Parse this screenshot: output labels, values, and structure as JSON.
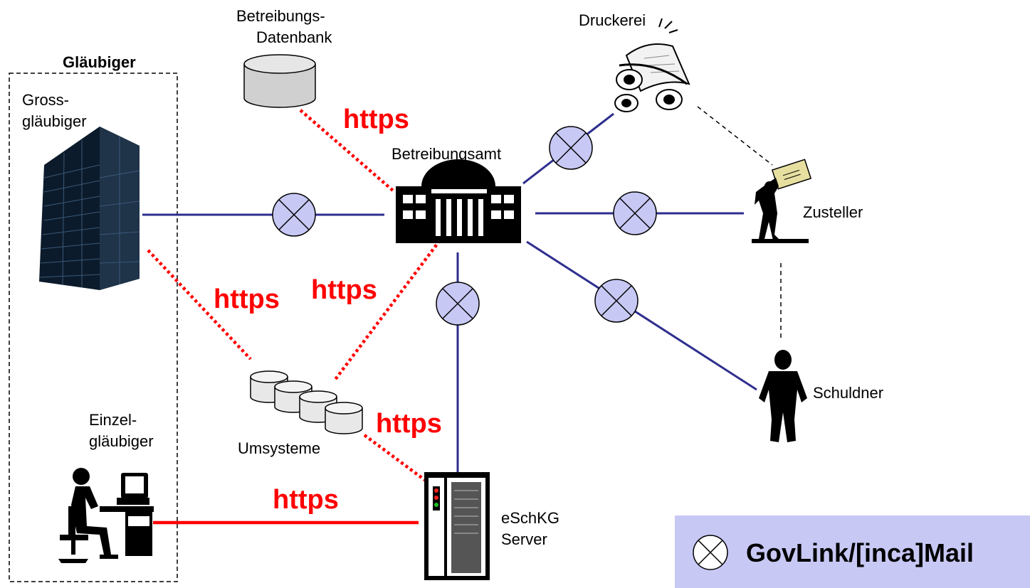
{
  "colors": {
    "network_line": "#2e2e8f",
    "https": "#ff0000",
    "govlink_fill": "#c8c8f5",
    "legend_bg": "#c8c8f5"
  },
  "group": {
    "title": "Gläubiger"
  },
  "nodes": {
    "grossglaeubiger": {
      "line1": "Gross-",
      "line2": "gläubiger",
      "icon": "office-tower-icon"
    },
    "einzelglaeubiger": {
      "line1": "Einzel-",
      "line2": "gläubiger",
      "icon": "person-at-computer-icon"
    },
    "datenbank": {
      "line1": "Betreibungs-",
      "line2": "Datenbank",
      "icon": "database-icon"
    },
    "betreibungsamt": {
      "label": "Betreibungsamt",
      "icon": "government-building-icon"
    },
    "druckerei": {
      "label": "Druckerei",
      "icon": "printing-press-icon"
    },
    "zusteller": {
      "label": "Zusteller",
      "icon": "mail-carrier-icon"
    },
    "schuldner": {
      "label": "Schuldner",
      "icon": "person-silhouette-icon"
    },
    "umsysteme": {
      "label": "Umsysteme",
      "icon": "database-stack-icon"
    },
    "server": {
      "line1": "eSchKG",
      "line2": "Server",
      "icon": "server-rack-icon"
    }
  },
  "connections": {
    "https_label": "https"
  },
  "legend": {
    "label": "GovLink/[inca]Mail",
    "icon": "govlink-circle-x-icon"
  }
}
